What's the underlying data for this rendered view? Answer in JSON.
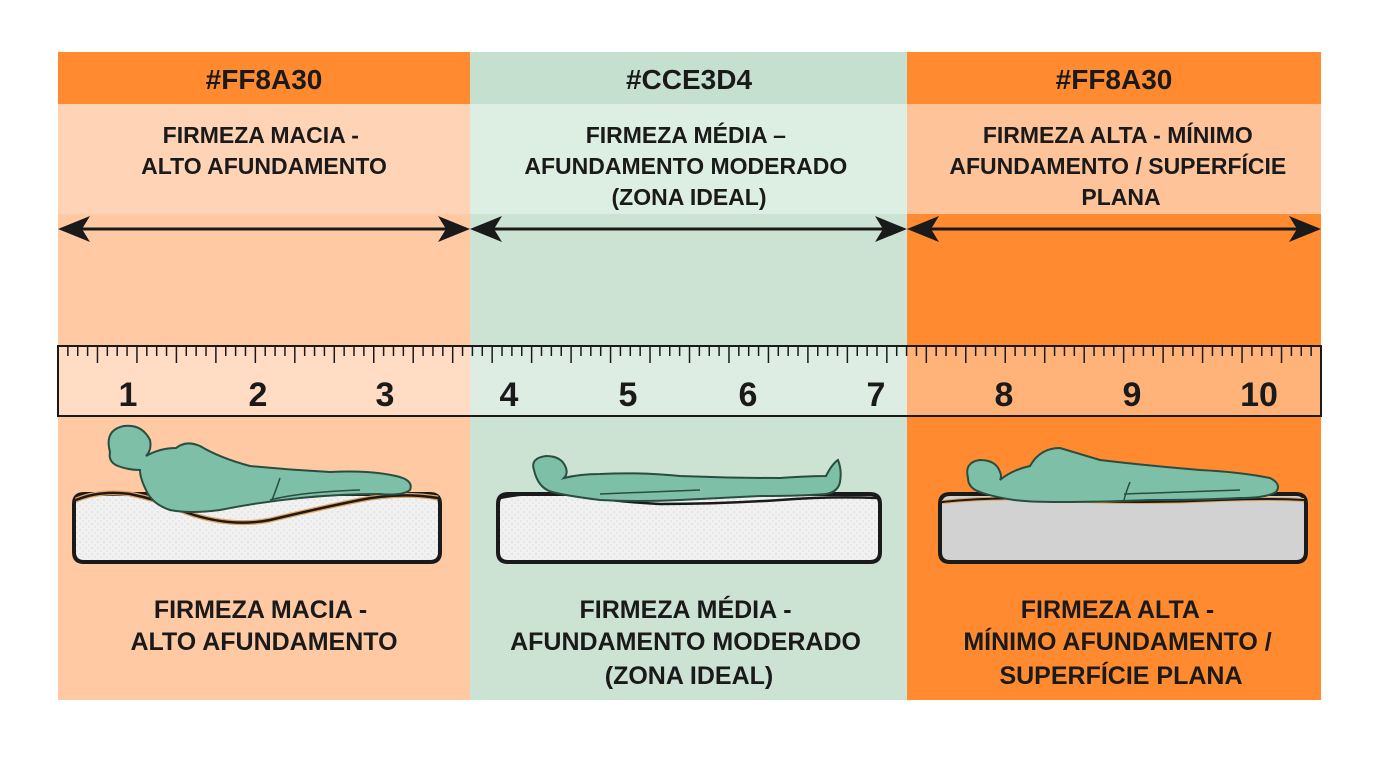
{
  "zones": [
    {
      "header": "#FF8A30",
      "top_label": [
        "FIRMEZA MACIA -",
        "ALTO AFUNDAMENTO"
      ],
      "bottom_label": [
        "FIRMEZA MACIA -",
        "ALTO AFUNDAMENTO"
      ],
      "colors": {
        "header": "#FF8A30",
        "top": "#FFD4B6",
        "body": "#FFC9A3"
      },
      "mattress": "soft"
    },
    {
      "header": "#CCE3D4",
      "top_label": [
        "FIRMEZA MÉDIA –",
        "AFUNDAMENTO MODERADO",
        "(ZONA IDEAL)"
      ],
      "bottom_label": [
        "FIRMEZA MÉDIA -",
        "AFUNDAMENTO MODERADO",
        "(ZONA IDEAL)"
      ],
      "colors": {
        "header": "#C5E0CE",
        "top": "#DDEEE2",
        "body": "#CCE3D4"
      },
      "mattress": "medium"
    },
    {
      "header": "#FF8A30",
      "top_label": [
        "FIRMEZA ALTA - MÍNIMO",
        "AFUNDAMENTO / SUPERFÍCIE",
        "PLANA"
      ],
      "bottom_label": [
        "FIRMEZA ALTA -",
        "MÍNIMO AFUNDAMENTO /",
        "SUPERFÍCIE PLANA"
      ],
      "colors": {
        "header": "#FF8A30",
        "top": "#FFC39A",
        "body": "#FF8A30"
      },
      "mattress": "firm"
    }
  ],
  "scale": {
    "numbers": [
      "1",
      "2",
      "3",
      "4",
      "5",
      "6",
      "7",
      "8",
      "9",
      "10"
    ]
  },
  "icons": {
    "arrow": "double-arrow-icon",
    "body": "person-lying-icon",
    "mattress": "mattress-icon"
  },
  "colors": {
    "figure": "#7DBFA7",
    "figure_stroke": "#2A4D40",
    "mattress_light": "#EFEFEF",
    "mattress_dark": "#D2D2D2",
    "ink": "#1A1A1A"
  }
}
